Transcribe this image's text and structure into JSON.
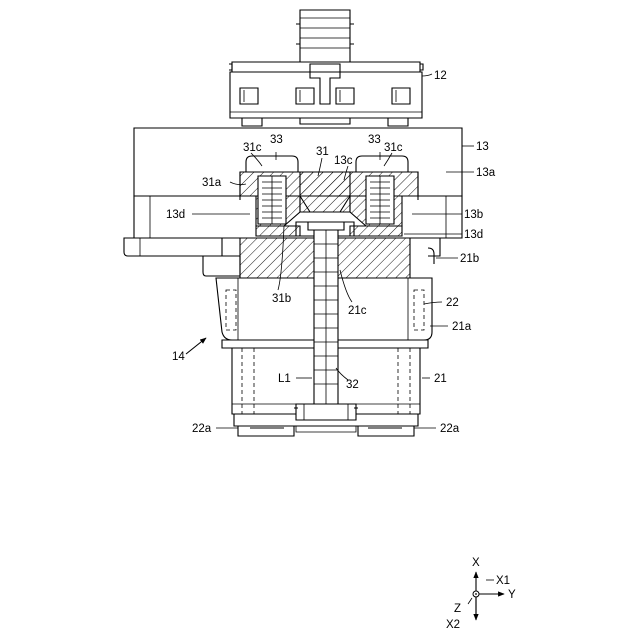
{
  "labels": {
    "ref_12": "12",
    "ref_13": "13",
    "ref_13a": "13a",
    "ref_31c_left": "31c",
    "ref_33_left": "33",
    "ref_31": "31",
    "ref_13c": "13c",
    "ref_33_right": "33",
    "ref_31c_right": "31c",
    "ref_31a": "31a",
    "ref_13d_left": "13d",
    "ref_13b": "13b",
    "ref_13d_right": "13d",
    "ref_21b": "21b",
    "ref_31b": "31b",
    "ref_21c": "21c",
    "ref_22": "22",
    "ref_21a": "21a",
    "ref_14": "14",
    "ref_L1": "L1",
    "ref_32": "32",
    "ref_21": "21",
    "ref_22a_left": "22a",
    "ref_22a_right": "22a"
  },
  "axes": {
    "x": "X",
    "x1": "X1",
    "y": "Y",
    "z": "Z",
    "x2": "X2"
  }
}
